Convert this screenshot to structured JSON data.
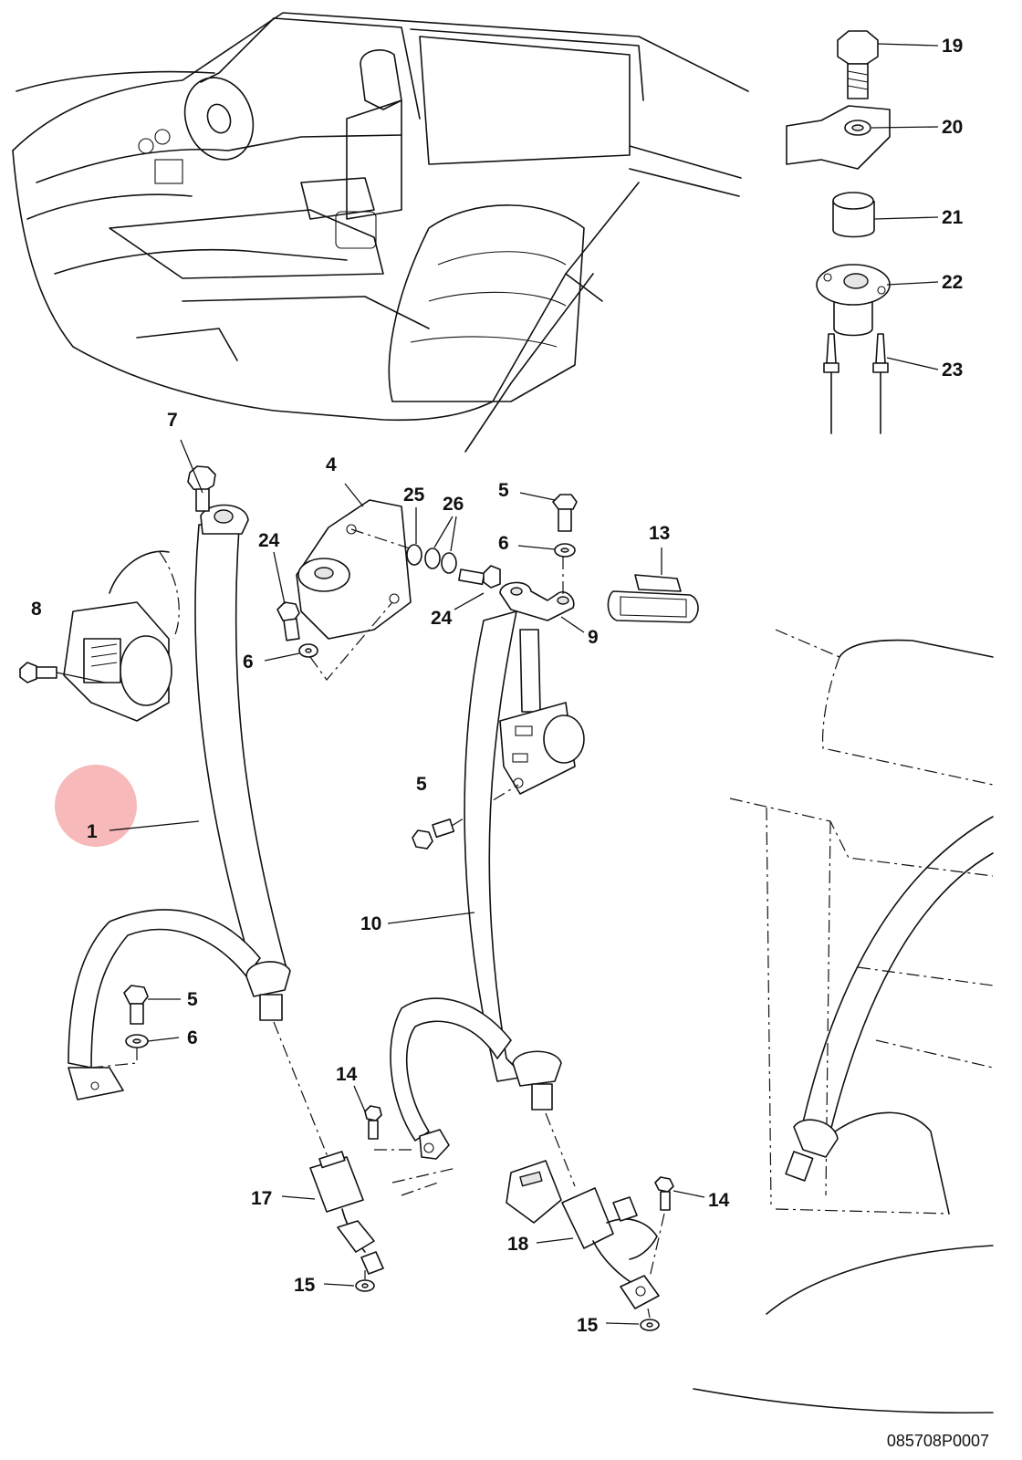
{
  "drawing_ref": "085708P0007",
  "highlight_color": "#f08080",
  "callouts": {
    "c1": "1",
    "c4": "4",
    "c5a": "5",
    "c5b": "5",
    "c5c": "5",
    "c6a": "6",
    "c6b": "6",
    "c6c": "6",
    "c7": "7",
    "c8": "8",
    "c9": "9",
    "c10": "10",
    "c13": "13",
    "c14a": "14",
    "c14b": "14",
    "c15a": "15",
    "c15b": "15",
    "c17": "17",
    "c18": "18",
    "c19": "19",
    "c20": "20",
    "c21": "21",
    "c22": "22",
    "c23": "23",
    "c24a": "24",
    "c24b": "24",
    "c25": "25",
    "c26": "26"
  }
}
